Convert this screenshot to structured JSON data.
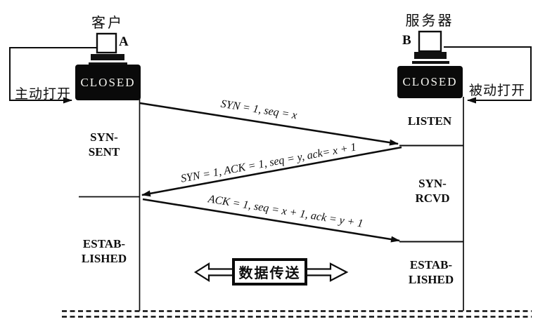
{
  "client": {
    "title": "客户",
    "host_label": "A",
    "closed_label": "CLOSED",
    "open_label": "主动打开",
    "states": {
      "syn_sent": "SYN-\nSENT",
      "established": "ESTAB-\nLISHED"
    }
  },
  "server": {
    "title": "服务器",
    "host_label": "B",
    "closed_label": "CLOSED",
    "open_label": "被动打开",
    "states": {
      "listen": "LISTEN",
      "syn_rcvd": "SYN-\nRCVD",
      "established": "ESTAB-\nLISHED"
    }
  },
  "messages": {
    "syn": "SYN = 1, seq = x",
    "syn_ack": "SYN = 1, ACK = 1, seq = y, ack= x + 1",
    "ack": "ACK = 1, seq = x + 1, ack = y + 1"
  },
  "data_transfer_label": "数据传送",
  "colors": {
    "ink": "#0d0d0d",
    "paper": "#ffffff"
  }
}
